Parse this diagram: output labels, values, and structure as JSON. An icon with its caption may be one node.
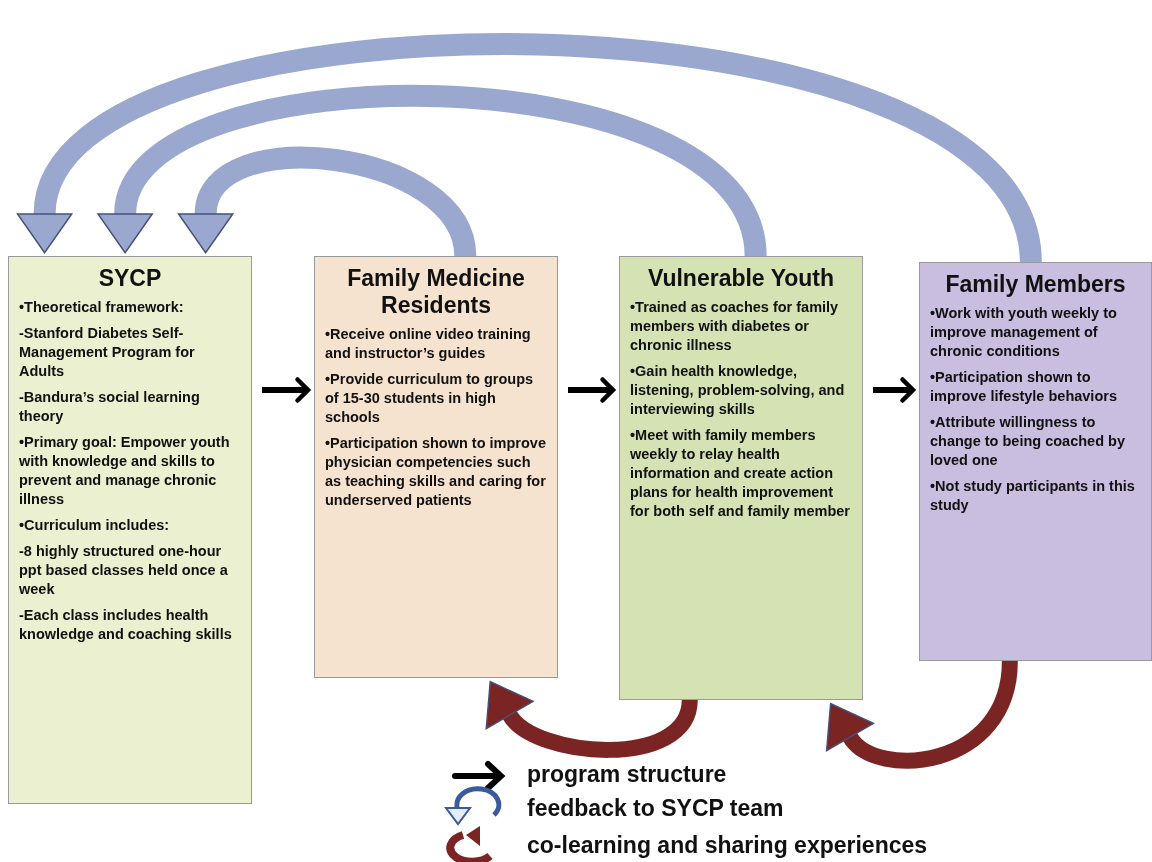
{
  "diagram": {
    "nodes": [
      {
        "text": [
          "SYCP",
          "•Theoretical framework:",
          "-Stanford Diabetes Self-Management Program for Adults",
          "-Bandura’s social learning theory",
          "•Primary goal: Empower youth with knowledge and skills to prevent and manage chronic illness",
          "•Curriculum includes:",
          "-8 highly structured one-hour ppt based classes held once a week",
          "-Each class includes health knowledge and coaching skills"
        ]
      },
      {
        "text": [
          "Family Medicine Residents",
          "•Receive online video training and instructor’s guides",
          "•Provide curriculum to groups of 15-30 students in high schools",
          "•Participation shown to improve physician competencies such as teaching skills and caring for underserved patients"
        ]
      },
      {
        "text": [
          "Vulnerable Youth",
          "•Trained as coaches for family members with diabetes or chronic illness",
          "•Gain health knowledge, listening, problem-solving, and interviewing skills",
          "•Meet with family members weekly to relay health information and create action plans for health improvement for both self and family member"
        ]
      },
      {
        "text": [
          "Family Members",
          "•Work with youth weekly to improve management of chronic conditions",
          "•Participation shown to improve lifestyle behaviors",
          "•Attribute willingness to change to being coached by loved one",
          "•Not study participants in this study"
        ]
      }
    ],
    "edges": [
      {
        "from": 0,
        "to": 1,
        "arrow": "to"
      },
      {
        "from": 1,
        "to": 2,
        "arrow": "to"
      },
      {
        "from": 2,
        "to": 3,
        "arrow": "to"
      },
      {
        "from": 1,
        "to": 0,
        "arrow": "to",
        "color": "#9aa8d0"
      },
      {
        "from": 2,
        "to": 0,
        "arrow": "to",
        "color": "#9aa8d0"
      },
      {
        "from": 3,
        "to": 0,
        "arrow": "to",
        "color": "#9aa8d0"
      },
      {
        "from": 2,
        "to": 1,
        "arrow": "to",
        "color": "#7a2424"
      },
      {
        "from": 3,
        "to": 2,
        "arrow": "to",
        "color": "#7a2424"
      }
    ],
    "legend": [
      {
        "text": "program structure"
      },
      {
        "text": "feedback to SYCP team"
      },
      {
        "text": "co-learning and sharing experiences"
      }
    ]
  }
}
